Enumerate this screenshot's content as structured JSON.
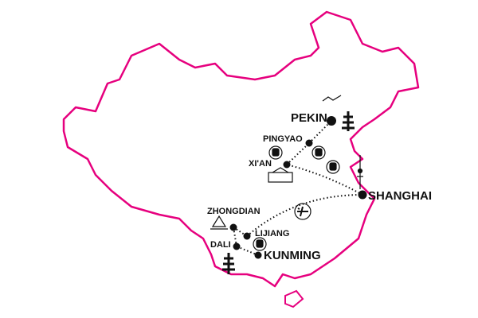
{
  "colors": {
    "border": "#e6007e",
    "route": "#111111"
  },
  "cities": [
    {
      "name": "PEKIN",
      "size": "lg"
    },
    {
      "name": "PINGYAO",
      "size": "sm"
    },
    {
      "name": "XI'AN",
      "size": "sm"
    },
    {
      "name": "SHANGHAI",
      "size": "lg"
    },
    {
      "name": "ZHONGDIAN",
      "size": "sm"
    },
    {
      "name": "LIJIANG",
      "size": "sm"
    },
    {
      "name": "DALI",
      "size": "sm"
    },
    {
      "name": "KUNMING",
      "size": "lg"
    }
  ],
  "transport": [
    "train-icon",
    "train-icon",
    "train-icon",
    "train-icon",
    "plane-icon"
  ]
}
